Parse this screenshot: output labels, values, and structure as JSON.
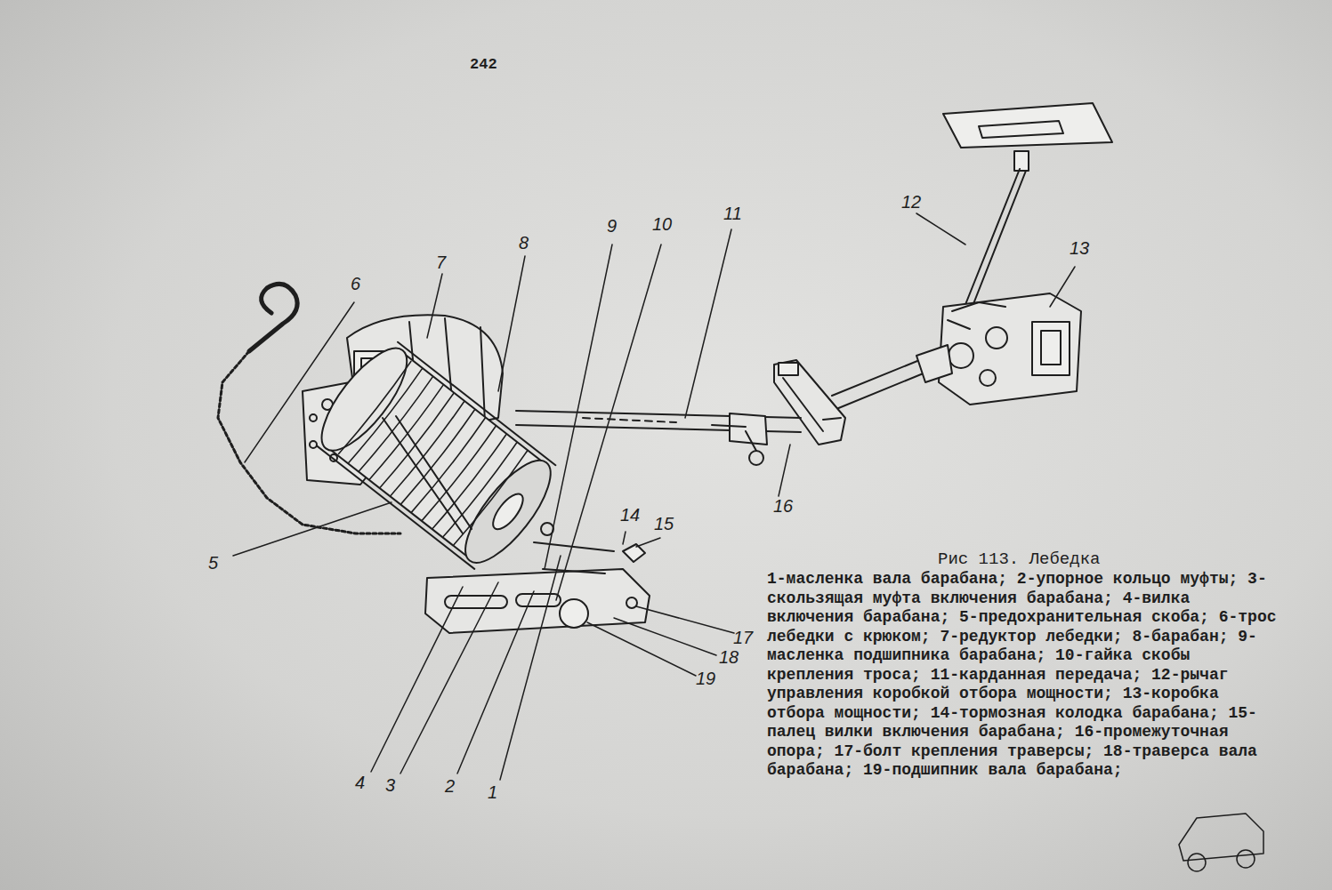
{
  "diagram": {
    "title": "Рис 113. Лебедка",
    "caption": "1-масленка вала барабана; 2-упорное кольцо муфты; 3-скользящая муфта включения барабана; 4-вилка включения барабана; 5-предохранительная скоба; 6-трос лебедки с крюком; 7-редуктор лебедки; 8-барабан; 9-масленка подшипника барабана; 10-гайка скобы крепления троса; 11-карданная передача; 12-рычаг управления коробкой отбора мощности; 13-коробка отбора мощности; 14-тормозная колодка барабана; 15-палец вилки включения барабана; 16-промежуточная опора; 17-болт крепления траверсы; 18-траверса вала барабана; 19-подшипник вала барабана;",
    "labels": [
      "242",
      "7",
      "8",
      "9",
      "10",
      "11",
      "6",
      "12",
      "13",
      "5",
      "14",
      "15",
      "16",
      "17",
      "18",
      "19",
      "4",
      "3",
      "2",
      "1"
    ]
  }
}
